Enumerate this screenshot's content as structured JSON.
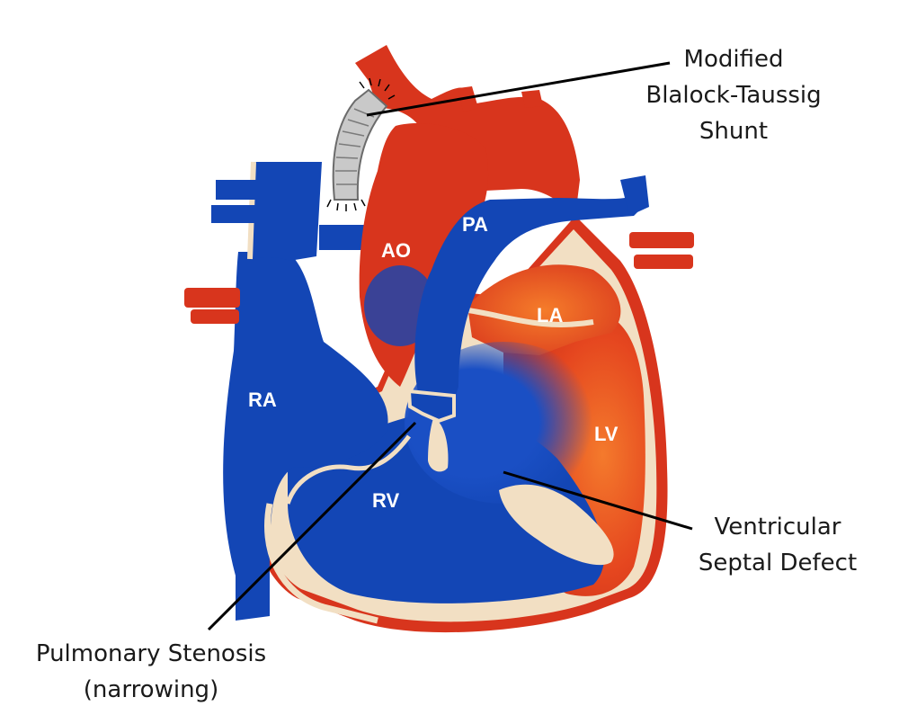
{
  "diagram": {
    "chamber_labels": {
      "ao": "AO",
      "pa": "PA",
      "la": "LA",
      "ra": "RA",
      "lv": "LV",
      "rv": "RV"
    },
    "callouts": {
      "shunt": [
        "Modified",
        "Blalock-Taussig",
        "Shunt"
      ],
      "vsd": [
        "Ventricular",
        "Septal Defect"
      ],
      "stenosis": [
        "Pulmonary Stenosis",
        "(narrowing)"
      ]
    },
    "colors": {
      "oxygenated": "#d8351d",
      "deoxygenated": "#1346b5",
      "tissue": "#f2dfc3",
      "shunt_graft": "#c9c9c9",
      "leader_line": "#000000"
    }
  }
}
